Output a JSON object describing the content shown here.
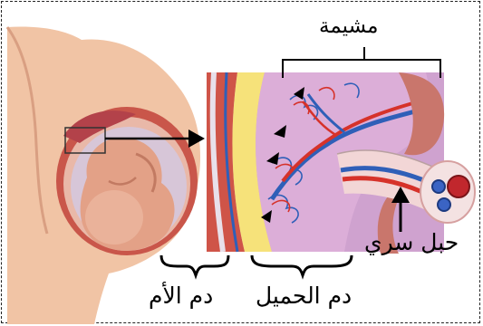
{
  "labels": {
    "placenta": "مشيمة",
    "umbilical_cord": "حبل سري",
    "fetal_blood": "دم الحميل",
    "maternal_blood": "دم الأم"
  },
  "colors": {
    "skin": "#f2c4a6",
    "uterus_wall": "#c95a4c",
    "amniotic_purple": "#c9a6d6",
    "maternal_artery": "#d6322a",
    "fetal_vein": "#2f5fb8",
    "placenta_pink": "#e8a4b4",
    "yellow_layer": "#f6e27a"
  }
}
